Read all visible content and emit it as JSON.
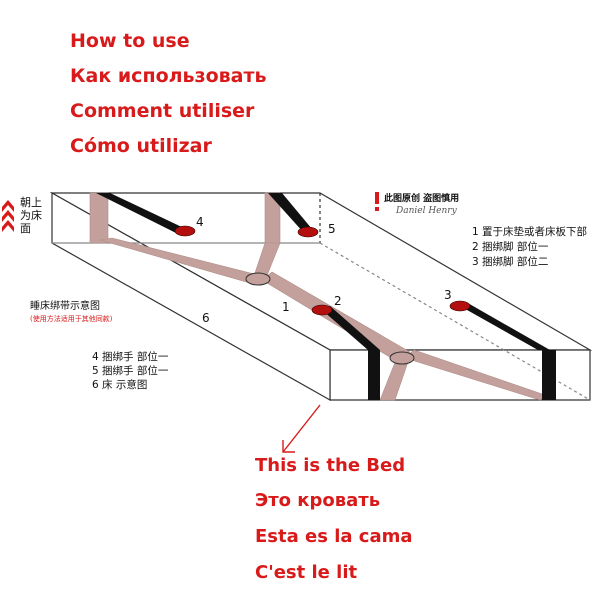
{
  "headings_top": [
    "How to use",
    "Как использовать",
    "Comment utiliser",
    "Cómo utilizar"
  ],
  "headings_bottom": [
    "This is the Bed",
    "Это кровать",
    "Esta es la cama",
    "C'est le lit"
  ],
  "face_up_label": [
    "朝上",
    "为床",
    "面"
  ],
  "diagram_title": "睡床绑带示意图",
  "diagram_subtitle": "(使用方法适用于其他同款)",
  "legend_left": [
    "4 捆绑手 部位一",
    "5 捆绑手 部位一",
    "6 床 示意图"
  ],
  "legend_right": [
    "1 置于床垫或者床板下部",
    "2 捆绑脚 部位一",
    "3 捆绑脚 部位二"
  ],
  "copyright_notice": "此图原创 盗图慎用",
  "signature": "Daniel Henry",
  "markers": {
    "m1": "1",
    "m2": "2",
    "m3": "3",
    "m4": "4",
    "m5": "5",
    "m6": "6"
  },
  "colors": {
    "heading_red": "#d91a1a",
    "strap_pink": "#c4a09c",
    "strap_black": "#111111",
    "cuff_red": "#b30f0f",
    "bed_outline": "#333333"
  },
  "icons": {
    "arrow_up": "chevron-up-icon",
    "warning": "exclamation-icon",
    "pointer": "arrow-down-left-icon"
  }
}
